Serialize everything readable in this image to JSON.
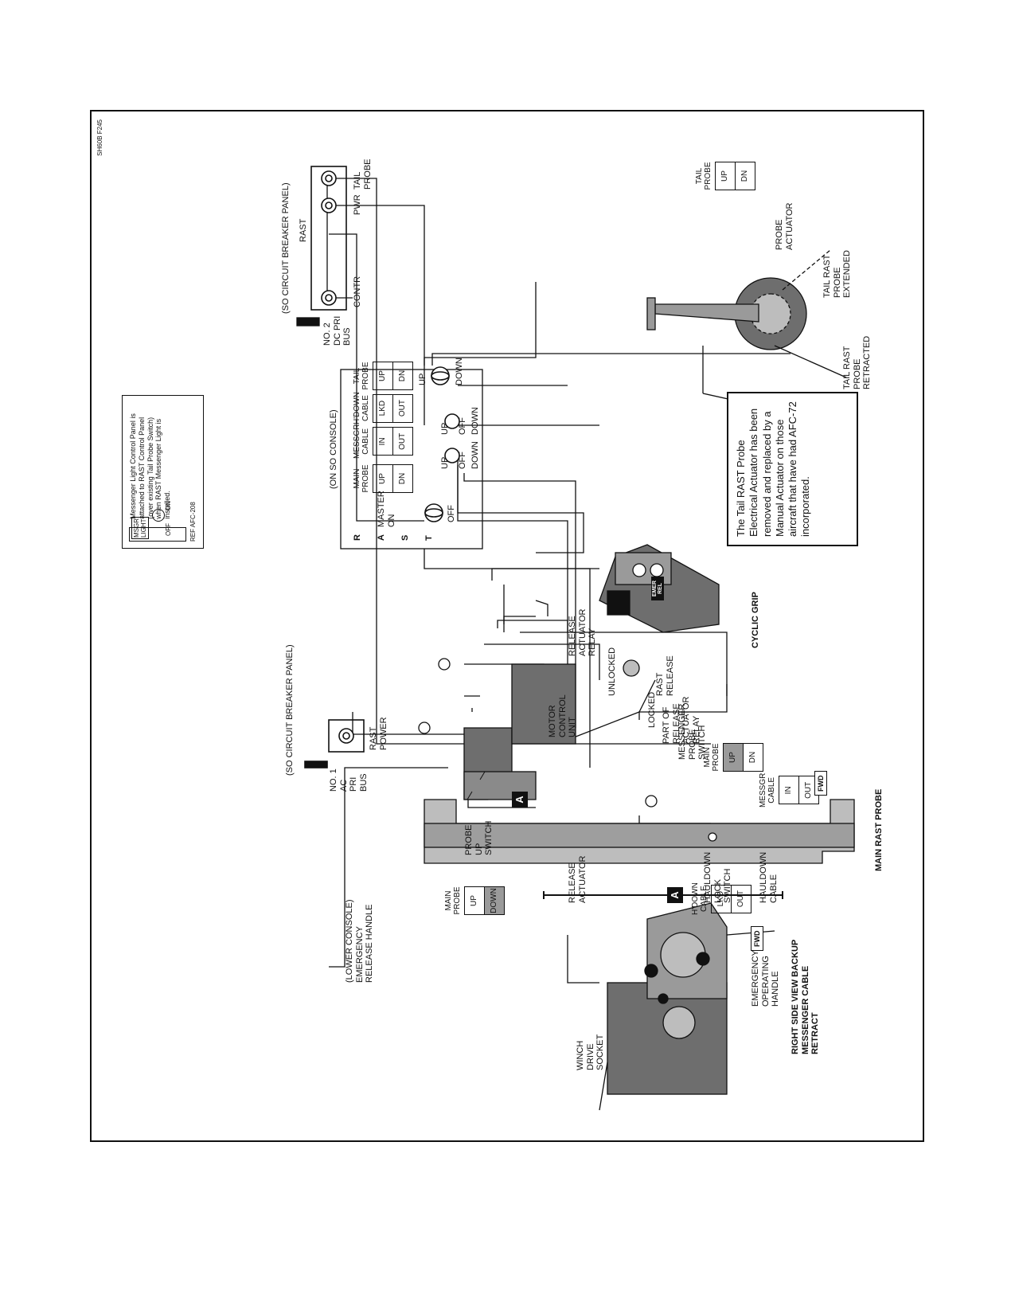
{
  "cb_panel_top": {
    "title": "(SO CIRCUIT BREAKER PANEL)",
    "group": "RAST",
    "breakers": [
      "CONTR",
      "PWR",
      "TAIL PROBE"
    ],
    "bus": "NO. 2 DC PRI BUS"
  },
  "cb_panel_bottom": {
    "title": "(SO CIRCUIT BREAKER PANEL)",
    "breaker": "RAST POWER",
    "bus": "NO. 1 AC PRI BUS"
  },
  "console": {
    "title": "(ON SO CONSOLE)",
    "rast_letters": [
      "R",
      "A",
      "S",
      "T"
    ],
    "master_label": "MASTER ON",
    "master_off": "OFF",
    "indicators": [
      {
        "caption": "MAIN\nPROBE",
        "cells": [
          "UP",
          "DN"
        ]
      },
      {
        "caption": "MESSGR\nCABLE",
        "cells": [
          "IN",
          "OUT"
        ]
      },
      {
        "caption": "H'DOWN\nCABLE",
        "cells": [
          "LKD",
          "OUT"
        ]
      },
      {
        "caption": "TAIL\nPROBE",
        "cells": [
          "UP",
          "DN"
        ]
      }
    ],
    "toggles": [
      {
        "up": "UP",
        "off": "OFF",
        "down": "DOWN"
      },
      {
        "up": "UP",
        "off": "OFF",
        "down": "DOWN"
      },
      {
        "up": "UP",
        "off": "",
        "down": "DOWN"
      }
    ]
  },
  "messenger_callout": {
    "text": "Messenger Light Control Panel is attached to RAST Control Panel (over existing Tail Probe Switch) when RAST Messenger Light is installed.",
    "ref": "REF AFC-208",
    "panel_labels": [
      "MSGR LIGHT",
      "OFF",
      "ON"
    ]
  },
  "tail_probe": {
    "indicator": {
      "caption": "TAIL\nPROBE",
      "cells": [
        "UP",
        "DN"
      ]
    },
    "labels": [
      "PROBE ACTUATOR",
      "TAIL RAST PROBE EXTENDED",
      "TAIL RAST PROBE RETRACTED"
    ]
  },
  "note": {
    "text": "The Tail RAST Probe Electrical Actuator has been removed and replaced by a Manual Actuator on those aircraft that have had AFC-72 incorporated."
  },
  "cyclic": {
    "title": "CYCLIC GRIP",
    "labels": [
      "RELEASE ACTUATOR RELAY",
      "RAST RELEASE"
    ],
    "button_text": "EMER REL"
  },
  "main_probe": {
    "title": "MAIN RAST PROBE",
    "labels": [
      "MOTOR CONTROL UNIT",
      "UNLOCKED",
      "LOCKED",
      "PART OF RELEASE ACTUATOR RELAY",
      "MESSENGER PROBE SWITCH",
      "PROBE UP SWITCH",
      "RELEASE ACTUATOR",
      "HAULDOWN LOCK SWITCH",
      "HAULDOWN CABLE",
      "(LOWER CONSOLE) EMERGENCY RELEASE HANDLE"
    ],
    "indicators": [
      {
        "caption": "MAIN\nPROBE",
        "cells": [
          "UP",
          "DN"
        ],
        "lit": 0
      },
      {
        "caption": "MESSGR\nCABLE",
        "cells": [
          "IN",
          "OUT"
        ],
        "lit": -1
      },
      {
        "caption": "MAIN\nPROBE",
        "cells": [
          "UP",
          "DOWN"
        ],
        "lit": 1
      },
      {
        "caption": "H'DOWN\nCABLE",
        "cells": [
          "LKD",
          "OUT"
        ],
        "lit": -1
      }
    ],
    "section_letter": "A",
    "fwd": "FWD"
  },
  "winch": {
    "labels": [
      "WINCH DRIVE SOCKET",
      "EMERGENCY OPERATING HANDLE"
    ],
    "title": "RIGHT SIDE VIEW BACKUP MESSENGER CABLE RETRACT",
    "section_letter": "A",
    "fwd": "FWD"
  },
  "figure_id": "SH60B F245",
  "colors": {
    "ink": "#111111",
    "shade_dark": "#6e6e6e",
    "shade_light": "#bdbdbd",
    "lit": "#9a9a9a"
  }
}
